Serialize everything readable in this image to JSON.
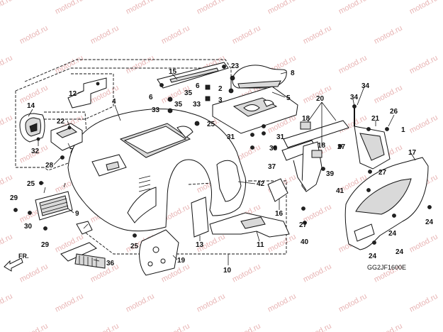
{
  "watermark_text": "motod.ru",
  "diagram_code": "GG2JF1600E",
  "front_label": "FR.",
  "callouts": [
    {
      "id": "c1",
      "label": "1"
    },
    {
      "id": "c2",
      "label": "2"
    },
    {
      "id": "c3",
      "label": "3"
    },
    {
      "id": "c4",
      "label": "4"
    },
    {
      "id": "c5",
      "label": "5"
    },
    {
      "id": "c6a",
      "label": "6"
    },
    {
      "id": "c6b",
      "label": "6"
    },
    {
      "id": "c7",
      "label": "7"
    },
    {
      "id": "c8",
      "label": "8"
    },
    {
      "id": "c9",
      "label": "9"
    },
    {
      "id": "c10",
      "label": "10"
    },
    {
      "id": "c11",
      "label": "11"
    },
    {
      "id": "c12",
      "label": "12"
    },
    {
      "id": "c13",
      "label": "13"
    },
    {
      "id": "c14",
      "label": "14"
    },
    {
      "id": "c15",
      "label": "15"
    },
    {
      "id": "c16",
      "label": "16"
    },
    {
      "id": "c17",
      "label": "17"
    },
    {
      "id": "c18a",
      "label": "18"
    },
    {
      "id": "c18b",
      "label": "18"
    },
    {
      "id": "c19",
      "label": "19"
    },
    {
      "id": "c20",
      "label": "20"
    },
    {
      "id": "c21",
      "label": "21"
    },
    {
      "id": "c22",
      "label": "22"
    },
    {
      "id": "c23",
      "label": "23"
    },
    {
      "id": "c24a",
      "label": "24"
    },
    {
      "id": "c24b",
      "label": "24"
    },
    {
      "id": "c24c",
      "label": "24"
    },
    {
      "id": "c24d",
      "label": "24"
    },
    {
      "id": "c25a",
      "label": "25"
    },
    {
      "id": "c25b",
      "label": "25"
    },
    {
      "id": "c25c",
      "label": "25"
    },
    {
      "id": "c26",
      "label": "26"
    },
    {
      "id": "c27a",
      "label": "27"
    },
    {
      "id": "c27b",
      "label": "27"
    },
    {
      "id": "c27c",
      "label": "27"
    },
    {
      "id": "c28",
      "label": "28"
    },
    {
      "id": "c29a",
      "label": "29"
    },
    {
      "id": "c29b",
      "label": "29"
    },
    {
      "id": "c30",
      "label": "30"
    },
    {
      "id": "c31a",
      "label": "31"
    },
    {
      "id": "c31b",
      "label": "31"
    },
    {
      "id": "c32",
      "label": "32"
    },
    {
      "id": "c33a",
      "label": "33"
    },
    {
      "id": "c33b",
      "label": "33"
    },
    {
      "id": "c34a",
      "label": "34"
    },
    {
      "id": "c34b",
      "label": "34"
    },
    {
      "id": "c35a",
      "label": "35"
    },
    {
      "id": "c35b",
      "label": "35"
    },
    {
      "id": "c36",
      "label": "36"
    },
    {
      "id": "c37",
      "label": "37"
    },
    {
      "id": "c38",
      "label": "38"
    },
    {
      "id": "c39",
      "label": "39"
    },
    {
      "id": "c40",
      "label": "40"
    },
    {
      "id": "c41",
      "label": "41"
    },
    {
      "id": "c42",
      "label": "42"
    }
  ]
}
